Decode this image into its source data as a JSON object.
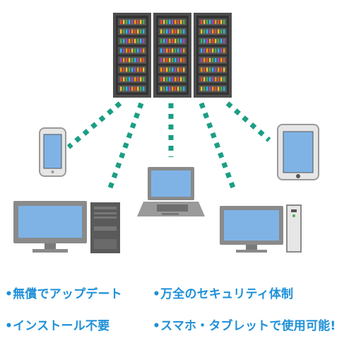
{
  "features": [
    "•無償でアップデート",
    "•万全のセキュリティ体制",
    "•インストール不要",
    "•スマホ・タブレットで使用可能!"
  ],
  "colors": {
    "feature_text": "#1e90d8",
    "connector": "#1a9e84",
    "screen": "#7fb3e6",
    "server_body": "#555555",
    "device_frame": "#8a8a8a"
  },
  "icons": [
    "server-rack-icon",
    "smartphone-icon",
    "tablet-icon",
    "laptop-icon",
    "desktop-computer-icon"
  ]
}
